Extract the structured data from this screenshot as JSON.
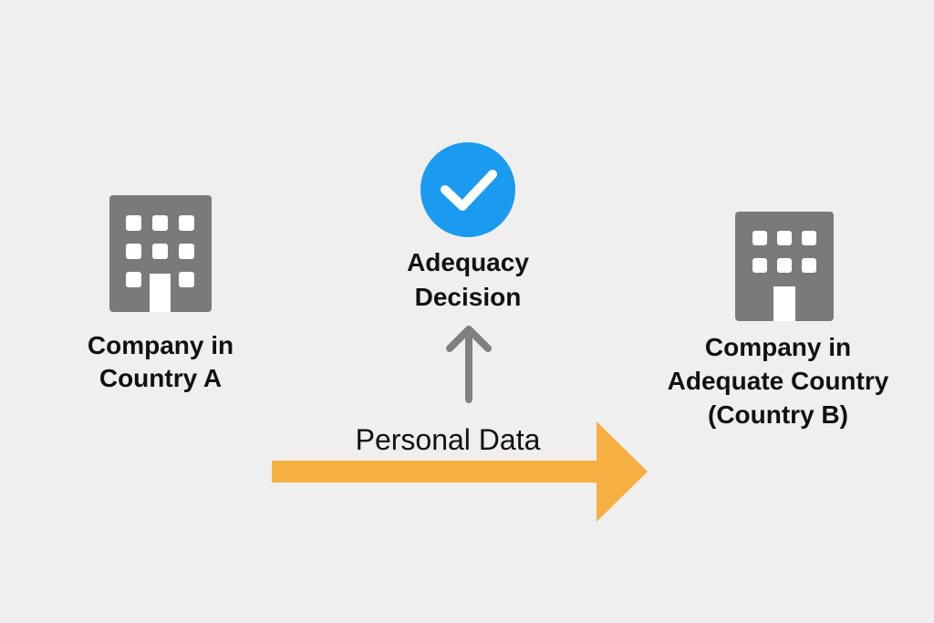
{
  "diagram": {
    "source": {
      "icon": "office-building-icon",
      "label_lines": [
        "Company in",
        "Country A"
      ]
    },
    "destination": {
      "icon": "office-building-icon",
      "label_lines": [
        "Company in",
        "Adequate Country",
        "(Country B)"
      ]
    },
    "decision": {
      "icon": "check-circle-icon",
      "label_lines": [
        "Adequacy",
        "Decision"
      ]
    },
    "flow": {
      "label": "Personal Data"
    }
  },
  "colors": {
    "background": "#efefef",
    "building": "#7a7a7a",
    "window": "#ffffff",
    "flow_arrow": "#f5b041",
    "check_circle": "#1a9bf0",
    "check_mark": "#ffffff",
    "up_arrow": "#808080",
    "text": "#111111"
  }
}
